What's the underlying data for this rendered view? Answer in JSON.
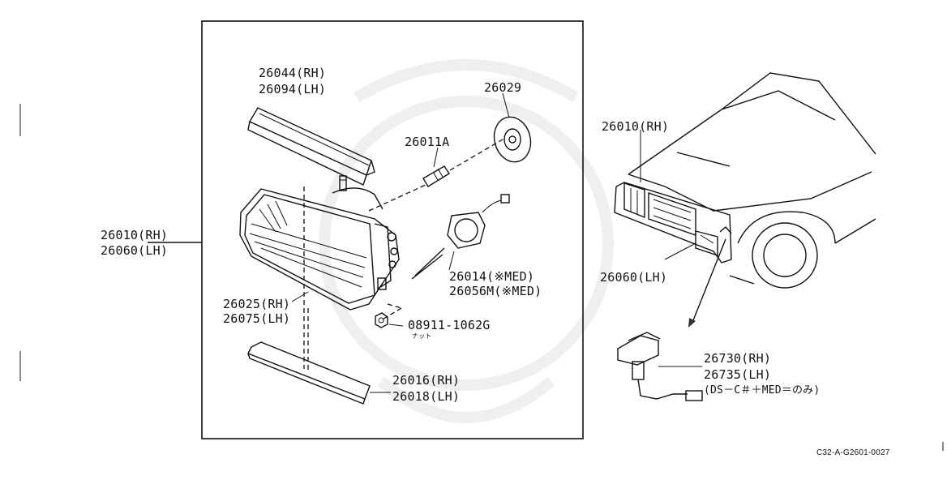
{
  "diagram": {
    "reference_code": "C32-A-G2601-0027",
    "callouts": {
      "headlamp_assembly": {
        "rh": "26010(RH)",
        "lh": "26060(LH)"
      },
      "upper_molding": {
        "rh": "26044(RH)",
        "lh": "26094(LH)"
      },
      "bulb_cap": "26029",
      "bulb": "26011A",
      "leveling_motor": {
        "line1": "26014(※MED)",
        "line2": "26056M(※MED)"
      },
      "lamp_body": {
        "rh": "26025(RH)",
        "lh": "26075(LH)"
      },
      "nut": {
        "part": "08911-1062G",
        "note": "ナット"
      },
      "lower_molding": {
        "rh": "26016(RH)",
        "lh": "26018(LH)"
      },
      "vehicle_rh": "26010(RH)",
      "vehicle_lh": "26060(LH)",
      "sensor": {
        "rh": "26730(RH)",
        "lh": "26735(LH)",
        "note": "(DS－C＃＋MED＝のみ)"
      }
    }
  }
}
